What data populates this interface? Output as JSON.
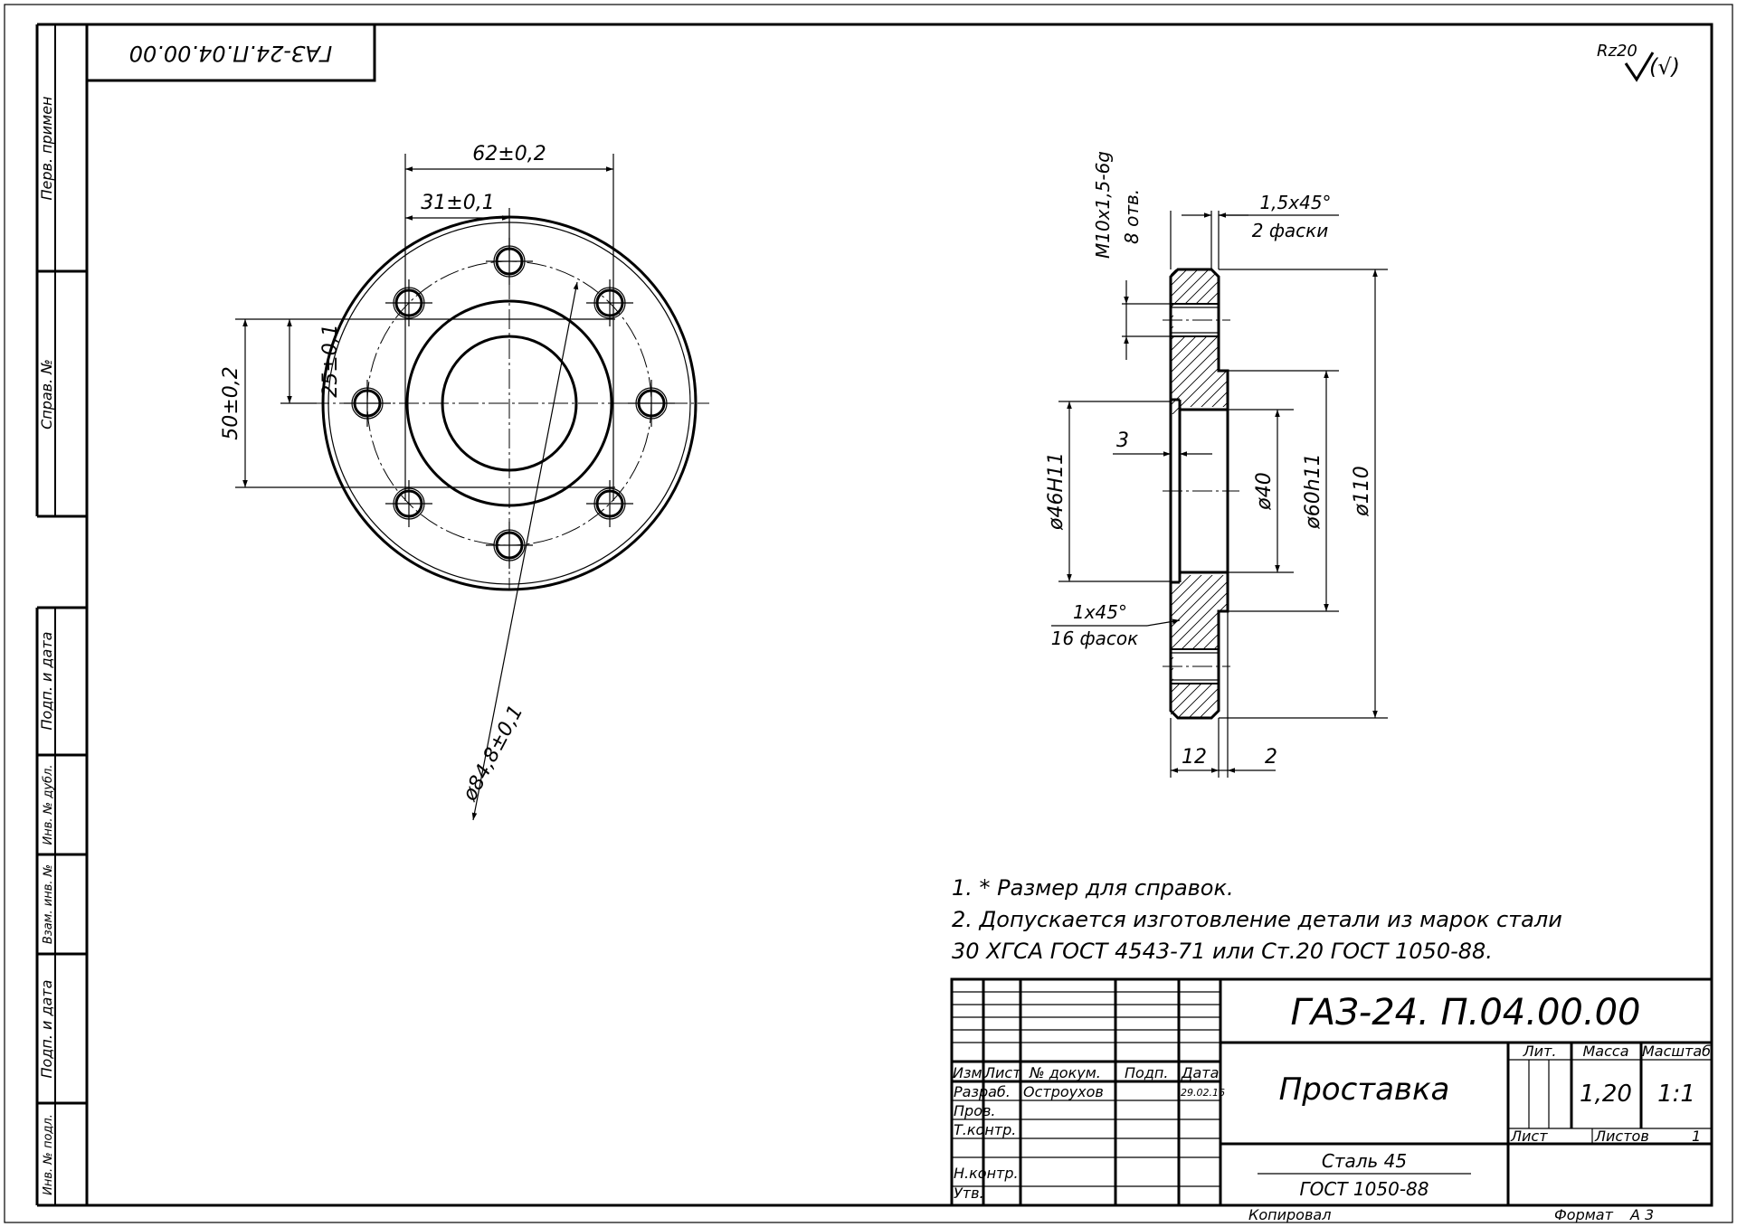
{
  "stamp_mirrored": "ГАЗ-24.П.04.00.00",
  "roughness": {
    "mark": "Rz20",
    "extra": "(√)"
  },
  "side_columns": {
    "perv_primen": "Перв. примен",
    "sprav_no": "Справ. №",
    "podp_data_1": "Подп. и дата",
    "inv_dubl": "Инв. № дубл.",
    "vzam_inv": "Взам. инв. №",
    "podp_data_2": "Подп. и дата",
    "inv_podl": "Инв. № подл."
  },
  "dimensions": {
    "d62": "62±0,2",
    "d31": "31±0,1",
    "d50": "50±0,2",
    "d25": "25±0,1",
    "d84": "ø84,8±0,1",
    "thread": "M10x1,5-6g",
    "thread_count": "8 отв.",
    "chamfer_top": "1,5x45°",
    "chamfer_top_count": "2 фаски",
    "d46": "ø46H11",
    "d3": "3",
    "d40": "ø40",
    "d60": "ø60h11",
    "d110": "ø110",
    "chamfer_bot": "1x45°",
    "chamfer_bot_count": "16 фасок",
    "w12": "12",
    "w2": "2"
  },
  "notes": [
    "1.  * Размер для справок.",
    "2.  Допускается изготовление детали из марок стали",
    "30 ХГСА ГОСТ  4543-71  или Ст.20  ГОСТ  1050-88."
  ],
  "title_block": {
    "designation": "ГАЗ-24. П.04.00.00",
    "name": "Проставка",
    "material_1": "Сталь  45",
    "material_2": "ГОСТ  1050-88",
    "headers": {
      "izm": "Изм",
      "list": "Лист",
      "doc": "№  докум.",
      "podp": "Подп.",
      "data": "Дата"
    },
    "rows": {
      "razrab": "Разраб.",
      "prov": "Пров.",
      "tkontr": "Т.контр.",
      "nkontr": "Н.контр.",
      "utv": "Утв."
    },
    "developer": "Остроухов",
    "date": "29.02.16",
    "lit_label": "Лит.",
    "mass_label": "Масса",
    "scale_label": "Масштаб",
    "mass": "1,20",
    "scale": "1:1",
    "sheet_label": "Лист",
    "sheets_label": "Листов",
    "sheets": "1"
  },
  "footer": {
    "copied": "Копировал",
    "format_label": "Формат",
    "format": "А 3"
  }
}
